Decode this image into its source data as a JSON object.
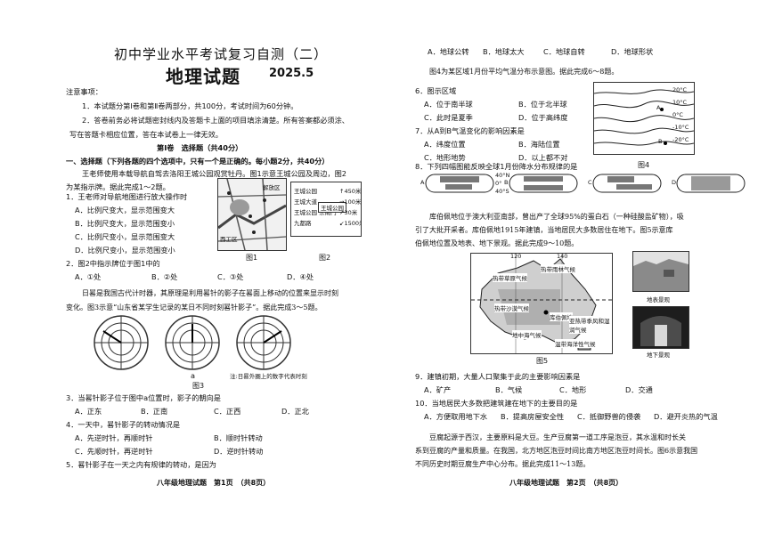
{
  "left": {
    "title": "初中学业水平考试复习自测（二）",
    "subject": "地理试题",
    "date": "2025.5",
    "notice_head": "注意事项：",
    "notices": [
      "1．本试题分第Ⅰ卷和第Ⅱ卷两部分，共100分，考试时间为60分钟。",
      "2．答卷前务必将试题密封线内及答题卡上面的项目填涂清楚。所有答案都必须涂、",
      "写在答题卡相应位置，答在本试卷上一律无效。"
    ],
    "section_title": "第Ⅰ卷　选择题（共40分）",
    "part_title": "一、选择题（下列各题的四个选项中，只有一个是正确的。每小题2分，共40分）",
    "intro1": [
      "王老师使用本载导航自驾去洛阳王城公园观赏牡丹。图1示意王城公园及周边，图2",
      "为某指示牌。据此完成1～2题。"
    ],
    "q1": {
      "stem": "1．王老师对导航地图进行放大操作时",
      "options": [
        "A．比例尺变大，显示范围变大",
        "B．比例尺变大，显示范围变小",
        "C．比例尺变小，显示范围变大",
        "D．比例尺变小，显示范围变小"
      ]
    },
    "q2": {
      "stem": "2．图2中指示牌位于图1中的",
      "options": [
        "A．①处",
        "B．②处",
        "C．③处",
        "D．④处"
      ]
    },
    "fig1_caption": "图1",
    "fig2_caption": "图2",
    "fig1_labels": [
      "解放区",
      "西工区"
    ],
    "fig2_rows": [
      "王城公园",
      "王城大道",
      "王城公园 东南门",
      "九都路"
    ],
    "fig2_center": "王城公园",
    "fig2_side": [
      "↑450米",
      "→100米",
      "↗30米",
      "↙1500米"
    ],
    "intro2": [
      "日晷是我国古代计时器，其原理是利用晷针的影子在晷面上移动的位置来显示时刻",
      "变化。图3示意“山东省某学生记录的某日不同时刻晷针影子”。据此完成3～5题。"
    ],
    "fig3_label": "a",
    "fig3_note": "注:日晷外圈上的数字代表时刻",
    "fig3_caption": "图3",
    "q3": {
      "stem": "3．当晷针影子位于图中a位置时，影子的朝向是",
      "options": [
        "A．正东",
        "B．正南",
        "C．正西",
        "D．正北"
      ]
    },
    "q4": {
      "stem": "4．一天中，晷针影子的转动情况是",
      "options": [
        "A．先逆时针，再顺时针",
        "B．顺时针转动",
        "C．先顺时针，再逆时针",
        "D．逆时针转动"
      ]
    },
    "q5_stem": "5．晷针影子在一天之内有规律的转动，是因为",
    "footer": "八年级地理试题　第1页　（共8页）"
  },
  "right": {
    "q5_options": [
      "A．地球公转",
      "B．地球太大",
      "C．地球自转",
      "D．地球形状"
    ],
    "intro3": "图4为某区域1月份平均气温分布示意图。据此完成6～8题。",
    "q6": {
      "stem": "6．图示区域",
      "options": [
        "A．位于南半球",
        "B．位于北半球",
        "C．此时是夏季",
        "D．位于高纬度"
      ]
    },
    "q7": {
      "stem": "7．从A到B气温变化的影响因素是",
      "options": [
        "A．纬度位置",
        "B．海陆位置",
        "C．地形地势",
        "D．以上都不对"
      ]
    },
    "fig4_labels": [
      "20°C",
      "10°C",
      "0°C",
      "-10°C",
      "-20°C",
      "A",
      "B"
    ],
    "fig4_caption": "图4",
    "q8_stem": "8．下列四幅图能反映全球1月份降水分布规律的是",
    "q8_letters": [
      "A",
      "B",
      "C",
      "D"
    ],
    "q8_side": [
      "0°",
      "40°N",
      "40°S"
    ],
    "intro4": [
      "库伯佩地位于澳大利亚南部，曾出产了全球95%的蛋白石（一种硅酸盐矿物），吸",
      "引了大批开采者。库伯佩地1915年建镇，当地居民大多数居住在地下。图5示意库",
      "伯佩地位置及地表、地下景观。据此完成9～10题。"
    ],
    "fig5_lon": [
      "120",
      "140"
    ],
    "fig5_labels": [
      "热带雨林气候",
      "热带草原气候",
      "热带沙漠气候",
      "库伯佩地",
      "地中海气候",
      "亚热带季风和湿润气候",
      "温带海洋性气候"
    ],
    "fig5_photo1": "地表景观",
    "fig5_photo2": "地下景观",
    "fig5_caption": "图5",
    "q9": {
      "stem": "9．建镇初期，大量人口聚集于此的主要影响因素是",
      "options": [
        "A．矿产",
        "B．气候",
        "C．地形",
        "D．交通"
      ]
    },
    "q10": {
      "stem": "10．当地居民大多数把建筑建在地下的主要目的是",
      "options": [
        "A．方便取用地下水",
        "B．提高房屋安全性",
        "C．抵御野兽的侵袭",
        "D．避开炎热的气温"
      ]
    },
    "intro5": [
      "豆腐起源于西汉，主要原料是大豆。生产豆腐第一道工序是泡豆，其水温和时长关",
      "系到豆腐的产量和质量。在我国，北方地区泡豆时间比南方地区泡豆时间长。图6示意我国",
      "不同历史时期豆腐生产中心分布。据此完成11～13题。"
    ],
    "footer": "八年级地理试题　第2页　（共8页）"
  }
}
